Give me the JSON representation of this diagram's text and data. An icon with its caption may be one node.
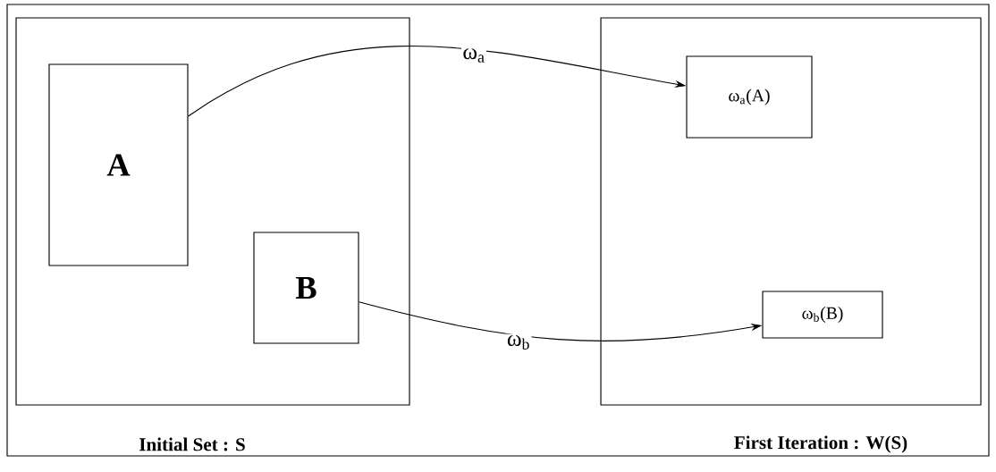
{
  "diagram": {
    "nodes": [
      {
        "text": [
          "Initial Set : S"
        ]
      },
      {
        "text": [
          "A"
        ],
        "in": 0
      },
      {
        "text": [
          "B"
        ],
        "in": 0
      },
      {
        "text": [
          "First Iteration : W(S)"
        ]
      },
      {
        "text": [
          "ω$_{a}$(A)"
        ],
        "in": 3
      },
      {
        "text": [
          "ω$_{b}$(B)"
        ],
        "in": 3
      }
    ],
    "edges": [
      {
        "from": 1,
        "to": 4,
        "arrow": "to",
        "label": "ω$_{a}$"
      },
      {
        "from": 2,
        "to": 5,
        "arrow": "to",
        "label": "ω$_{b}$"
      }
    ]
  }
}
